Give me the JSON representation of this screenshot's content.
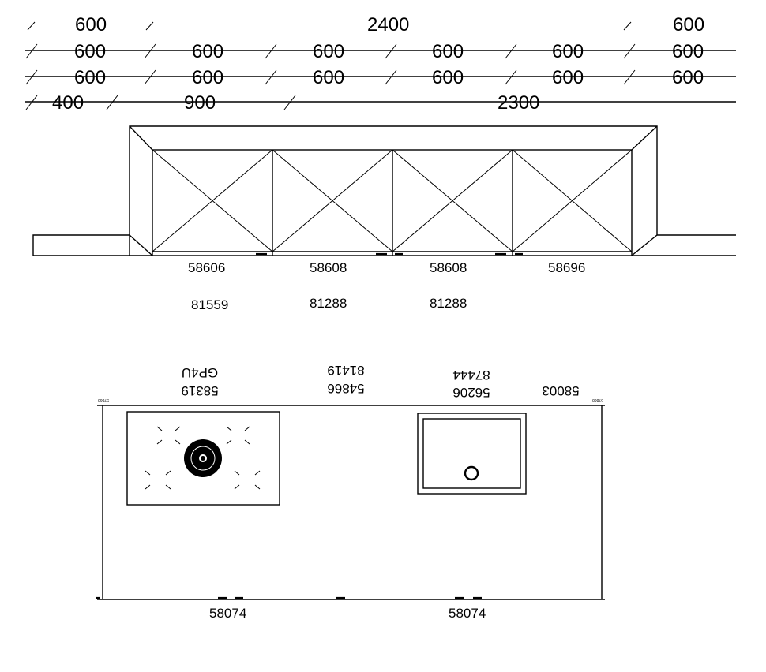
{
  "dimensions": {
    "row1": [
      "600",
      "2400",
      "600"
    ],
    "row2": [
      "600",
      "600",
      "600",
      "600",
      "600",
      "600"
    ],
    "row3": [
      "600",
      "600",
      "600",
      "600",
      "600",
      "600"
    ],
    "row4": [
      "400",
      "900",
      "2300"
    ]
  },
  "wall_view": {
    "codes_row1": [
      "58606",
      "58608",
      "58608",
      "58696"
    ],
    "codes_row2": [
      "81559",
      "81288",
      "81288"
    ]
  },
  "plan_view": {
    "top_labels_upper": [
      "GP4U",
      "81419",
      "87444"
    ],
    "top_labels_lower": [
      "58319",
      "54866",
      "56206",
      "58003"
    ],
    "edge_tags": [
      "57868",
      "57868"
    ],
    "bottom_labels": [
      "58074",
      "58074"
    ]
  }
}
